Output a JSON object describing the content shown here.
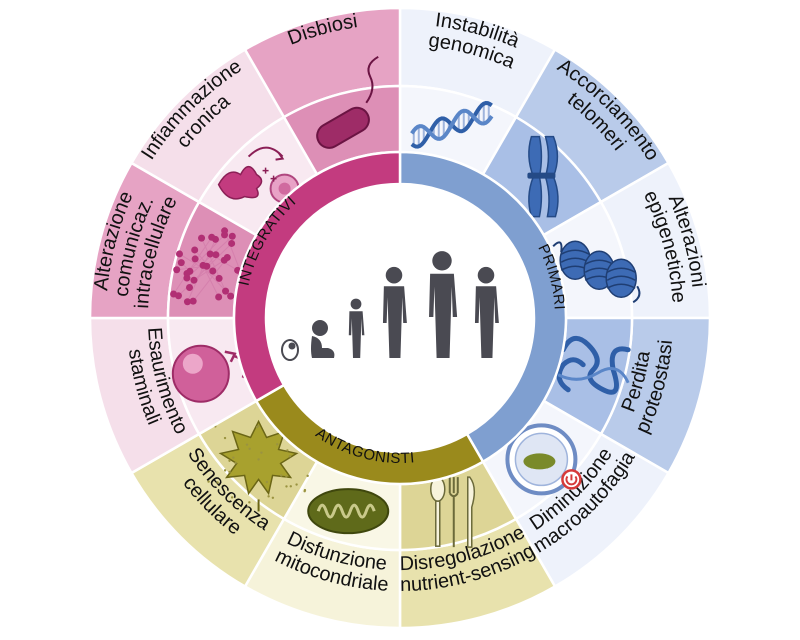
{
  "groups": [
    {
      "id": "primari",
      "label": "PRIMARI",
      "color": "#7f9fd0"
    },
    {
      "id": "antagonisti",
      "label": "ANTAGONISTI",
      "color": "#9a8a1c"
    },
    {
      "id": "integrativi",
      "label": "INTEGRATIVI",
      "color": "#c33b7f"
    }
  ],
  "segments": [
    {
      "id": "instabilita-genomica",
      "group": "primari",
      "lines": [
        "Instabilità",
        "genomica"
      ],
      "icon": "dna-helix-icon",
      "light": "#eef2fb",
      "dark": "#f4f6fc"
    },
    {
      "id": "accorciamento-telomeri",
      "group": "primari",
      "lines": [
        "Accorciamento",
        "telomeri"
      ],
      "icon": "chromosome-icon",
      "light": "#b9cbea",
      "dark": "#a9bfe6"
    },
    {
      "id": "alterazioni-epigenetiche",
      "group": "primari",
      "lines": [
        "Alterazioni",
        "epigenetiche"
      ],
      "icon": "nucleosome-icon",
      "light": "#eef2fb",
      "dark": "#f4f6fc"
    },
    {
      "id": "perdita-proteostasi",
      "group": "primari",
      "lines": [
        "Perdita",
        "proteostasi"
      ],
      "icon": "protein-icon",
      "light": "#b9cbea",
      "dark": "#a9bfe6"
    },
    {
      "id": "diminuzione-macroautofagia",
      "group": "primari",
      "lines": [
        "Diminuzione",
        "macroautofagia"
      ],
      "icon": "autophagosome-icon",
      "light": "#eef2fb",
      "dark": "#f4f6fc"
    },
    {
      "id": "disregolazione-nutrient-sensing",
      "group": "antagonisti",
      "lines": [
        "Disregolazione",
        "nutrient-sensing"
      ],
      "icon": "cutlery-icon",
      "light": "#e8e2ad",
      "dark": "#ddd596"
    },
    {
      "id": "disfunzione-mitocondriale",
      "group": "antagonisti",
      "lines": [
        "Disfunzione",
        "mitocondriale"
      ],
      "icon": "mitochondrion-icon",
      "light": "#f6f3da",
      "dark": "#f9f7e6"
    },
    {
      "id": "senescenza-cellulare",
      "group": "antagonisti",
      "lines": [
        "Senescenza",
        "cellulare"
      ],
      "icon": "senescent-leaf-icon",
      "light": "#e8e2ad",
      "dark": "#ddd596"
    },
    {
      "id": "esaurimento-staminali",
      "group": "integrativi",
      "lines": [
        "Esaurimento",
        "staminali"
      ],
      "icon": "stem-cell-icon",
      "light": "#f5dfea",
      "dark": "#f8e9f1"
    },
    {
      "id": "alterazione-comunicazione",
      "group": "integrativi",
      "lines": [
        "Alterazione",
        "comunicaz.",
        "intracellulare"
      ],
      "icon": "cell-network-icon",
      "light": "#e6a3c4",
      "dark": "#dd8fb6"
    },
    {
      "id": "infiammazione-cronica",
      "group": "integrativi",
      "lines": [
        "Infiammazione",
        "cronica"
      ],
      "icon": "immune-cell-icon",
      "light": "#f5dfea",
      "dark": "#f8e9f1"
    },
    {
      "id": "disbiosi",
      "group": "integrativi",
      "lines": [
        "Disbiosi"
      ],
      "icon": "bacterium-icon",
      "light": "#e6a3c4",
      "dark": "#dd8fb6"
    }
  ],
  "center": {
    "figures": [
      "fetus-figure",
      "baby-figure",
      "toddler-figure",
      "child-figure",
      "teen-figure",
      "adult-figure",
      "elderly-figure"
    ],
    "figure_color": "#4a4a52"
  }
}
